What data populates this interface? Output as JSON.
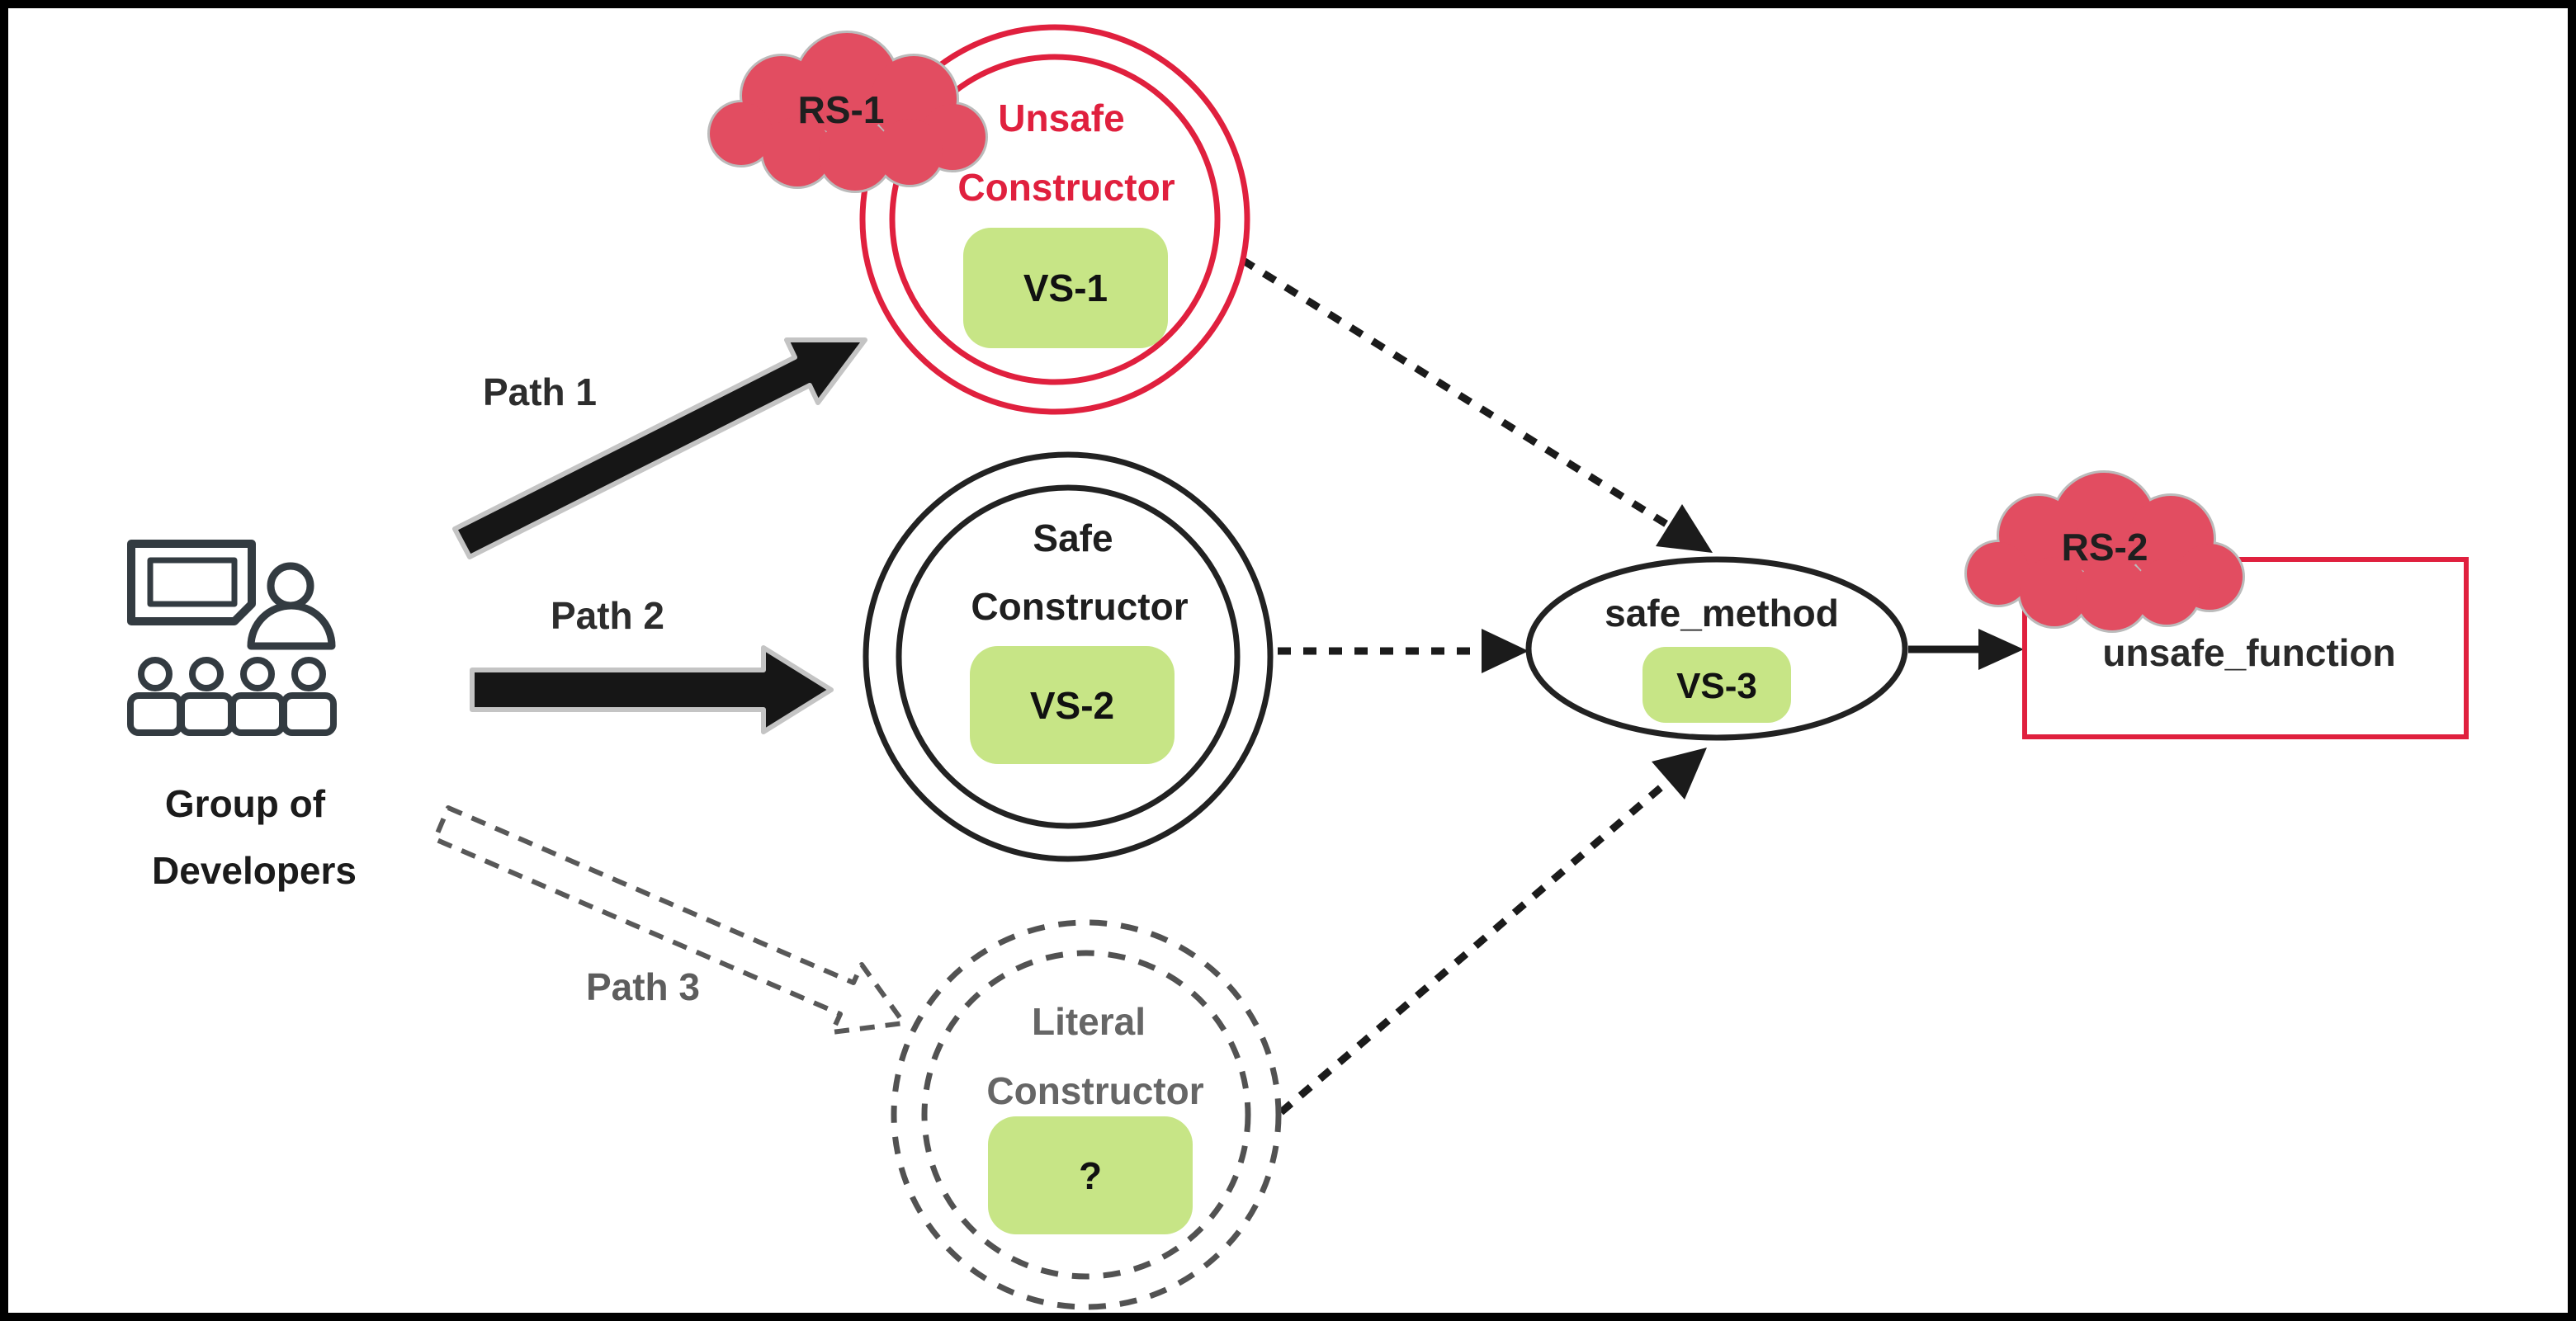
{
  "developers": {
    "line1": "Group of",
    "line2": "Developers"
  },
  "paths": {
    "p1": "Path 1",
    "p2": "Path 2",
    "p3": "Path 3"
  },
  "unsafe_constructor": {
    "line1": "Unsafe",
    "line2": "Constructor",
    "badge": "VS-1"
  },
  "safe_constructor": {
    "line1": "Safe",
    "line2": "Constructor",
    "badge": "VS-2"
  },
  "literal_constructor": {
    "line1": "Literal",
    "line2": "Constructor",
    "badge": "?"
  },
  "safe_method": {
    "label": "safe_method",
    "badge": "VS-3"
  },
  "unsafe_function": {
    "label": "unsafe_function"
  },
  "clouds": {
    "rs1": "RS-1",
    "rs2": "RS-2"
  },
  "colors": {
    "red_accent": "#e0203e",
    "cloud_fill": "#e24d61",
    "cloud_outline": "#bbbbbb",
    "badge_green": "#c7e586",
    "dark": "#1f1f1f",
    "muted_gray": "#5d5d5d",
    "arrow_outline_gray": "#c4c4c4"
  }
}
